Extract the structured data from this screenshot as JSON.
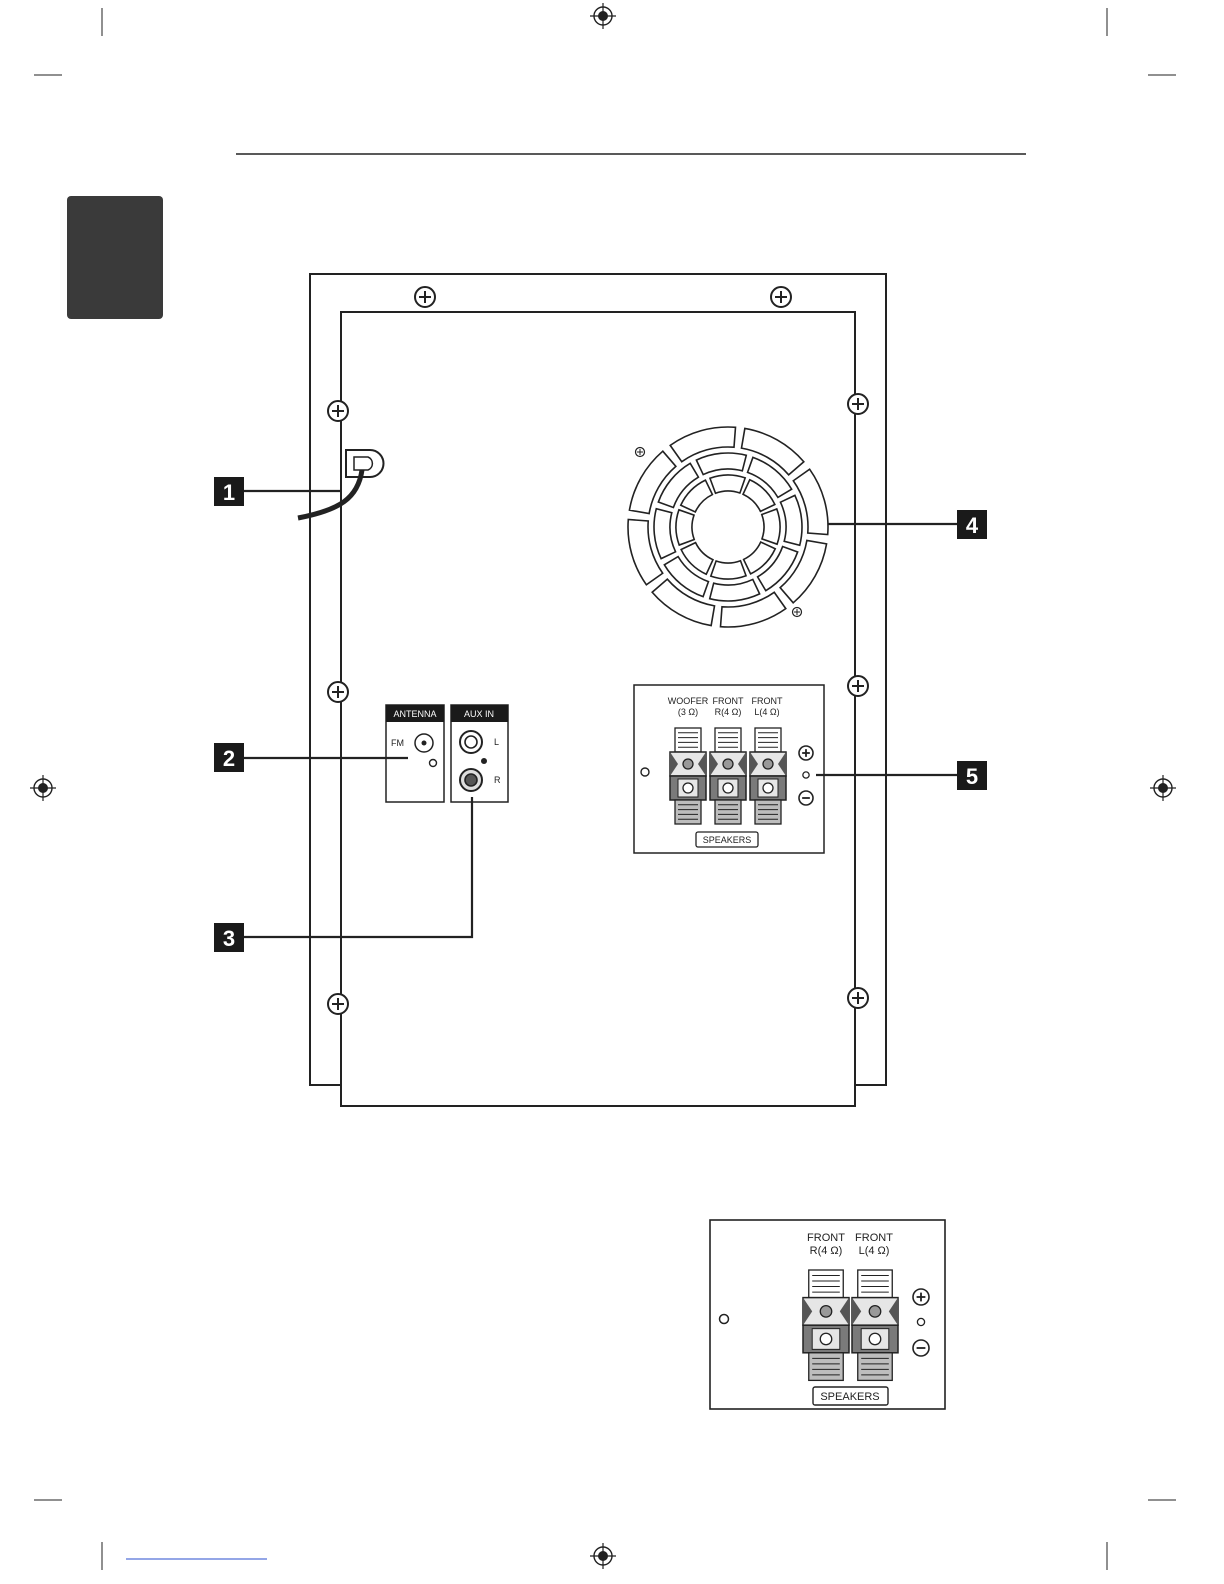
{
  "callouts": [
    {
      "id": "callout-1",
      "number": "1"
    },
    {
      "id": "callout-2",
      "number": "2"
    },
    {
      "id": "callout-3",
      "number": "3"
    },
    {
      "id": "callout-4",
      "number": "4"
    },
    {
      "id": "callout-5",
      "number": "5"
    }
  ],
  "antenna_panel": {
    "title": "ANTENNA",
    "fm_label": "FM"
  },
  "aux_panel": {
    "title": "AUX IN",
    "left_label": "L",
    "right_label": "R"
  },
  "speaker_panel": {
    "col1_line1": "WOOFER",
    "col1_line2": "(3 Ω)",
    "col2_line1": "FRONT",
    "col2_line2": "R(4 Ω)",
    "col3_line1": "FRONT",
    "col3_line2": "L(4 Ω)",
    "footer": "SPEAKERS"
  },
  "speaker_panel_alt": {
    "col1_line1": "FRONT",
    "col1_line2": "R(4 Ω)",
    "col2_line1": "FRONT",
    "col2_line2": "L(4 Ω)",
    "footer": "SPEAKERS"
  },
  "colors": {
    "line": "#222222",
    "side_tab": "#3a3a3a",
    "dark_label": "#1a1a1a",
    "terminal_dark": "#555555",
    "terminal_light": "#e6e6e6",
    "panel_fill": "#f4f4f4",
    "link_blue": "#2a4ccf"
  }
}
